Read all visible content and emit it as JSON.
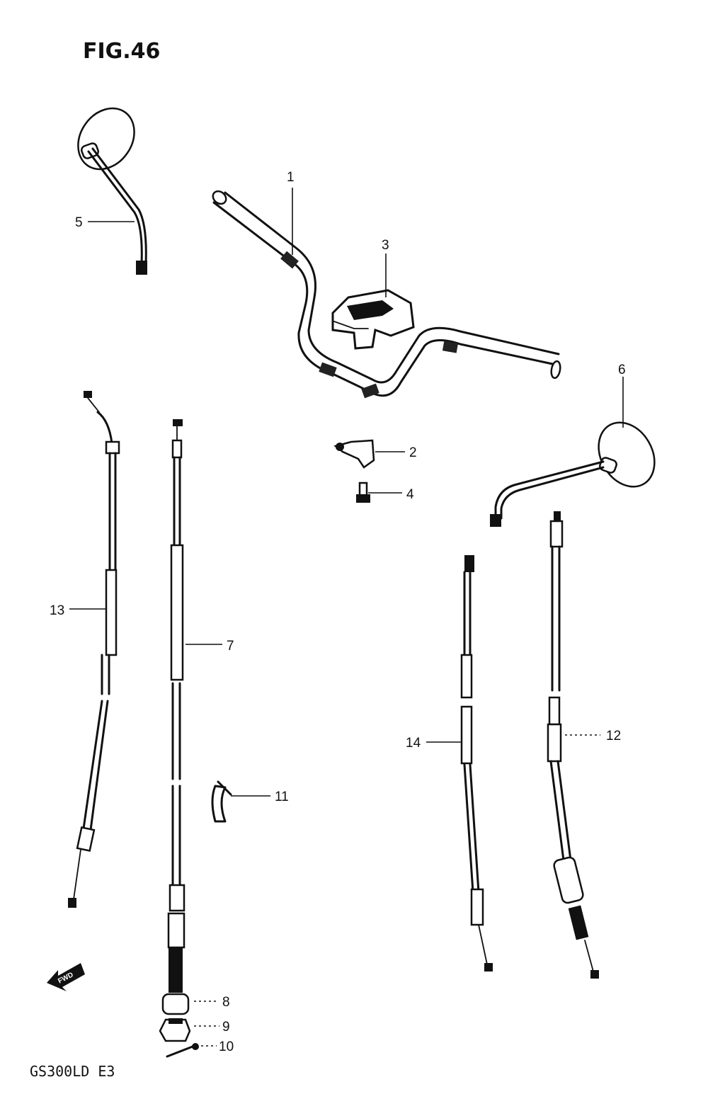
{
  "figure": {
    "title": "FIG.46",
    "model_code": "GS300LD E3",
    "direction_label": "FWD"
  },
  "callouts": [
    {
      "id": "1",
      "label": "1"
    },
    {
      "id": "2",
      "label": "2"
    },
    {
      "id": "3",
      "label": "3"
    },
    {
      "id": "4",
      "label": "4"
    },
    {
      "id": "5",
      "label": "5"
    },
    {
      "id": "6",
      "label": "6"
    },
    {
      "id": "7",
      "label": "7"
    },
    {
      "id": "8",
      "label": "8"
    },
    {
      "id": "9",
      "label": "9"
    },
    {
      "id": "10",
      "label": "10"
    },
    {
      "id": "11",
      "label": "11"
    },
    {
      "id": "12",
      "label": "12"
    },
    {
      "id": "13",
      "label": "13"
    },
    {
      "id": "14",
      "label": "14"
    }
  ],
  "colors": {
    "ink": "#111111",
    "paper": "#ffffff"
  }
}
